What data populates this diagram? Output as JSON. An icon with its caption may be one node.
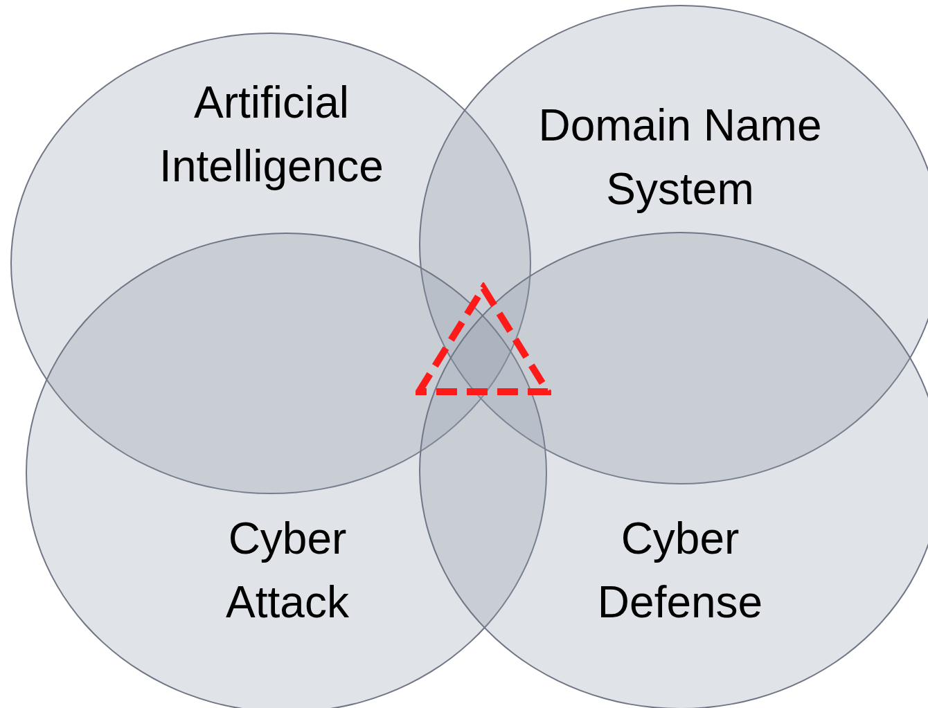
{
  "diagram": {
    "nodes": [
      {
        "text": [
          "Artificial Intelligence"
        ]
      },
      {
        "text": [
          "Domain Name System"
        ]
      },
      {
        "text": [
          "Cyber Attack"
        ]
      },
      {
        "text": [
          "Cyber Defense"
        ]
      },
      {
        "text": [],
        "shape": "triangle"
      }
    ]
  }
}
